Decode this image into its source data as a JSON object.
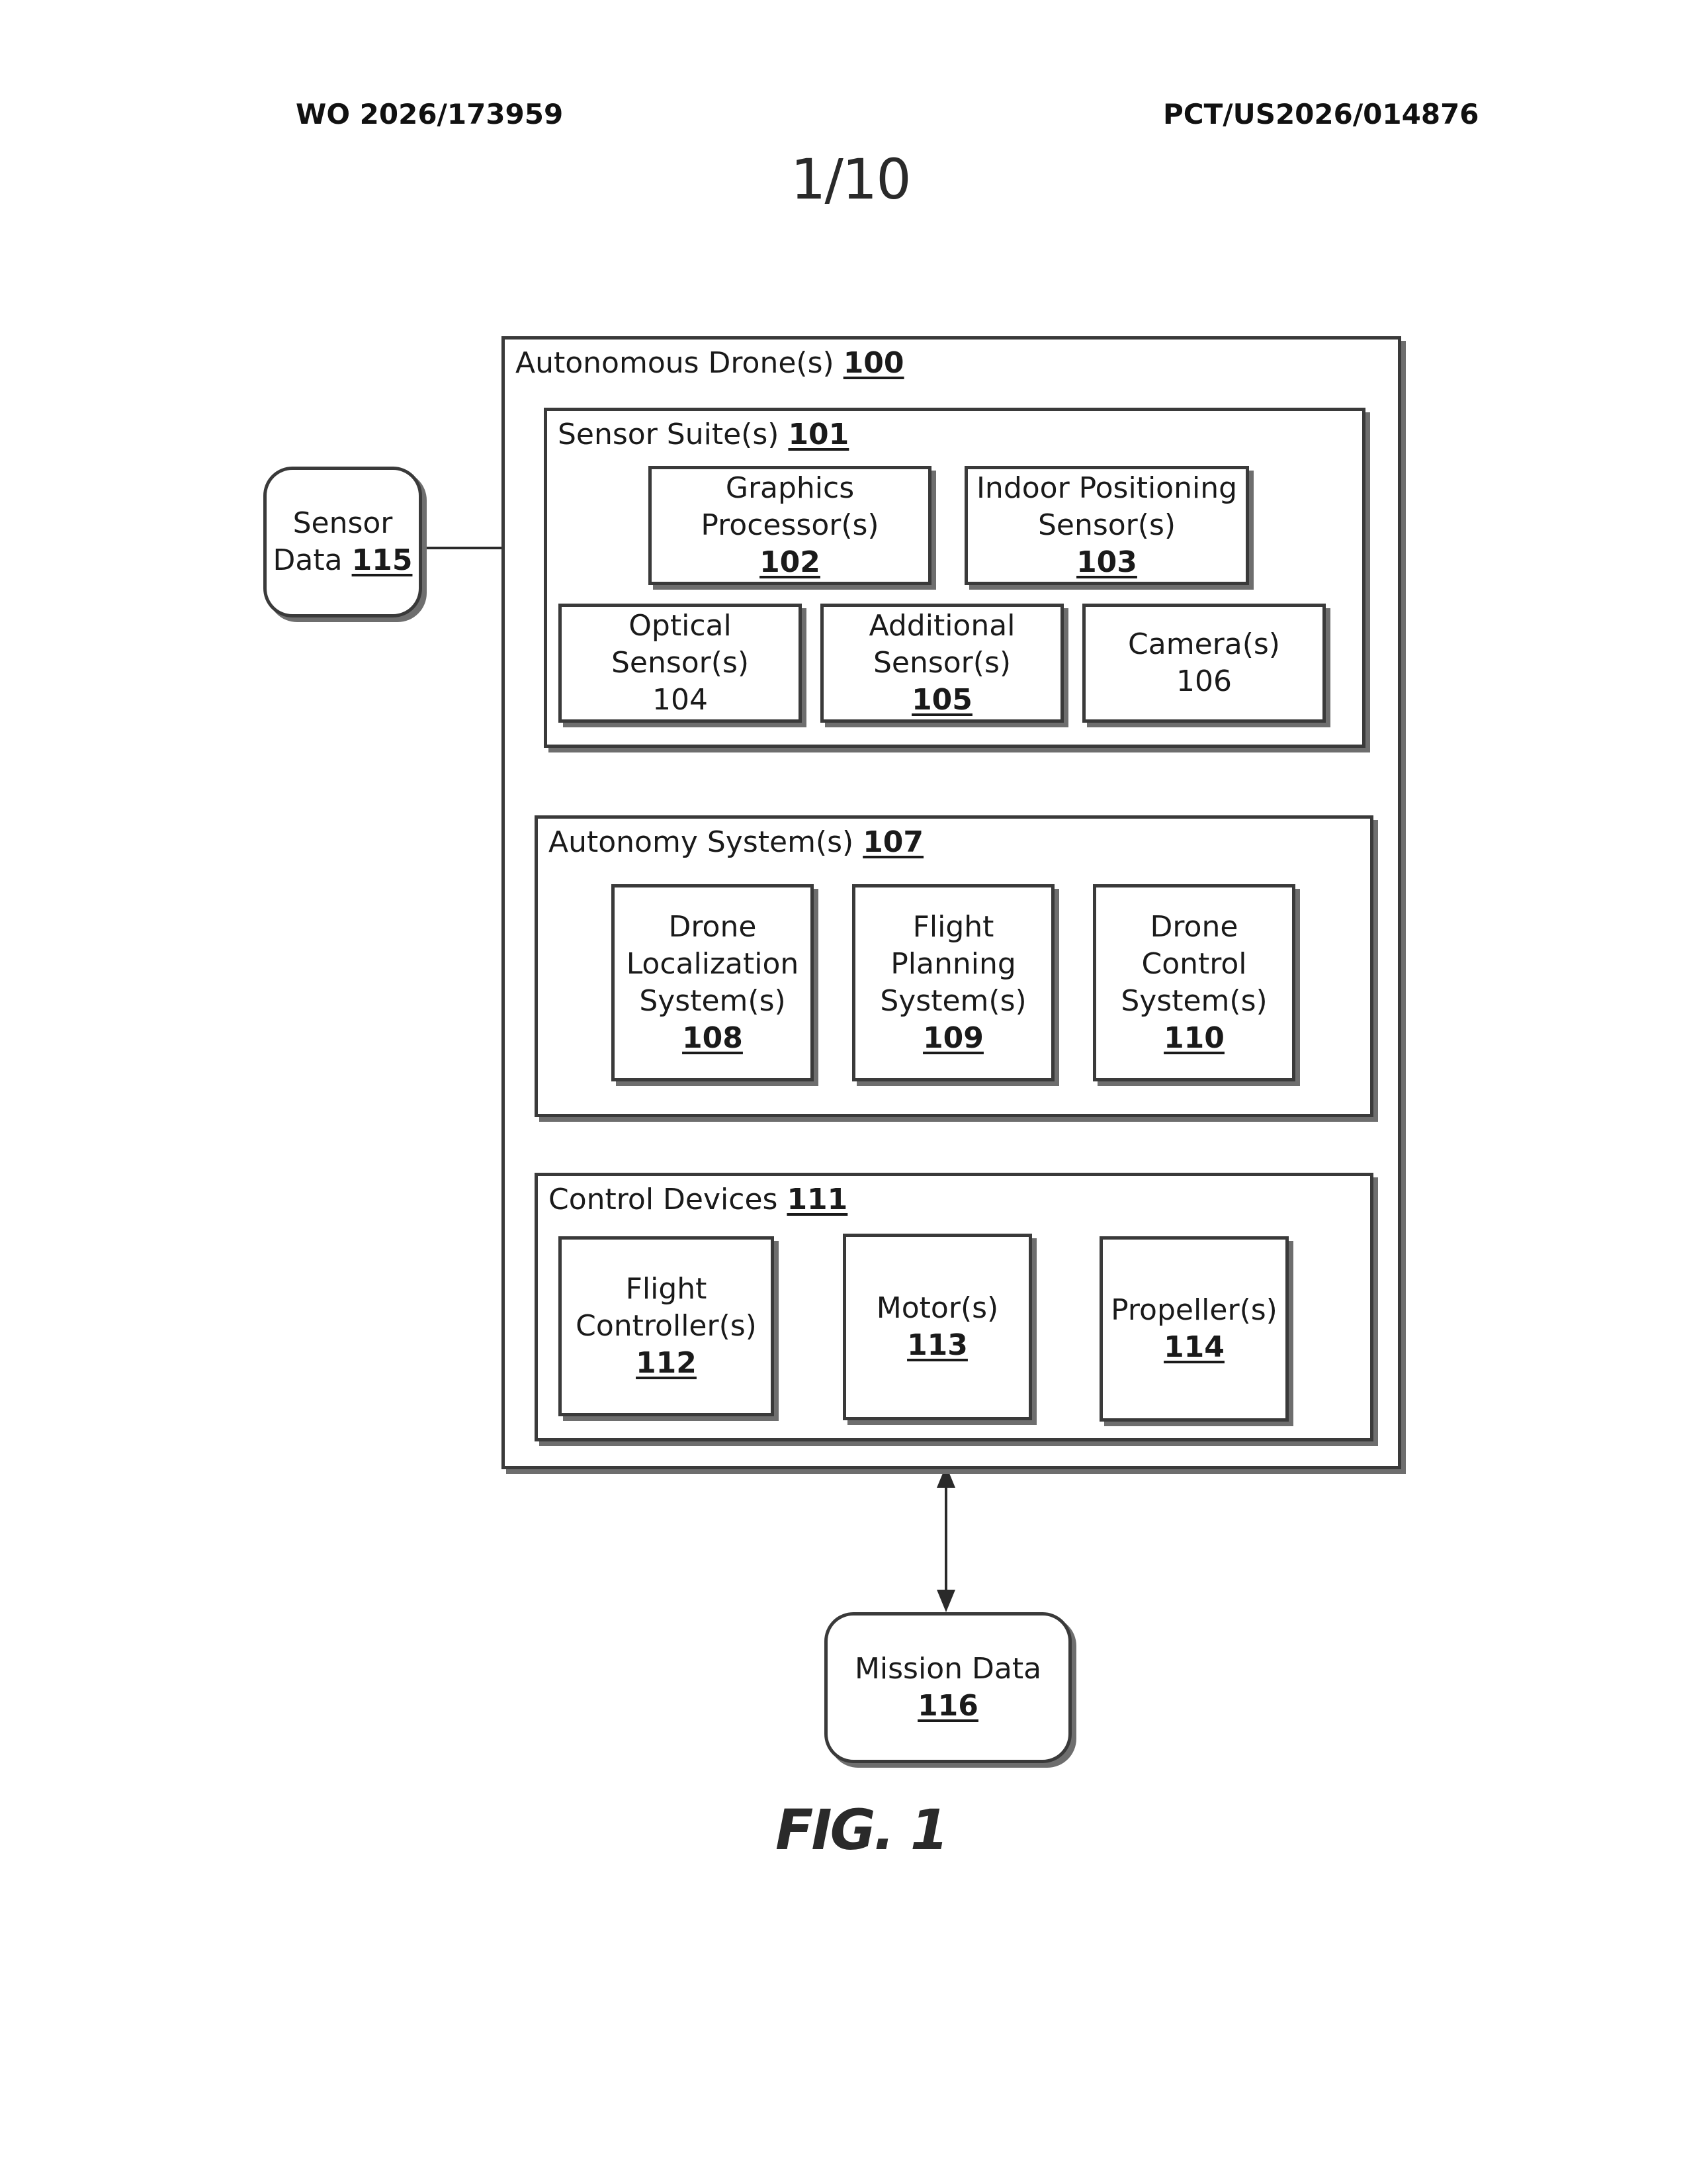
{
  "header": {
    "publication_number": "WO 2026/173959",
    "application_number": "PCT/US2026/014876",
    "sheet": "1/10"
  },
  "diagram": {
    "drone": {
      "label": "Autonomous Drone(s)",
      "ref": "100"
    },
    "sensor_suite": {
      "label": "Sensor Suite(s)",
      "ref": "101",
      "items": [
        {
          "lines": [
            "Graphics",
            "Processor(s)"
          ],
          "ref": "102"
        },
        {
          "lines": [
            "Indoor Positioning",
            "Sensor(s)"
          ],
          "ref": "103"
        },
        {
          "lines": [
            "Optical",
            "Sensor(s)"
          ],
          "ref": "104"
        },
        {
          "lines": [
            "Additional",
            "Sensor(s)"
          ],
          "ref": "105"
        },
        {
          "lines": [
            "Camera(s)"
          ],
          "ref": "106"
        }
      ]
    },
    "autonomy_system": {
      "label": "Autonomy System(s)",
      "ref": "107",
      "items": [
        {
          "lines": [
            "Drone",
            "Localization",
            "System(s)"
          ],
          "ref": "108"
        },
        {
          "lines": [
            "Flight",
            "Planning",
            "System(s)"
          ],
          "ref": "109"
        },
        {
          "lines": [
            "Drone",
            "Control",
            "System(s)"
          ],
          "ref": "110"
        }
      ]
    },
    "control_devices": {
      "label": "Control Devices",
      "ref": "111",
      "items": [
        {
          "lines": [
            "Flight",
            "Controller(s)"
          ],
          "ref": "112"
        },
        {
          "lines": [
            "Motor(s)"
          ],
          "ref": "113"
        },
        {
          "lines": [
            "Propeller(s)"
          ],
          "ref": "114"
        }
      ]
    },
    "sensor_data": {
      "lines": [
        "Sensor",
        "Data"
      ],
      "ref": "115"
    },
    "mission_data": {
      "lines": [
        "Mission Data"
      ],
      "ref": "116"
    }
  },
  "figure_label": "FIG. 1"
}
